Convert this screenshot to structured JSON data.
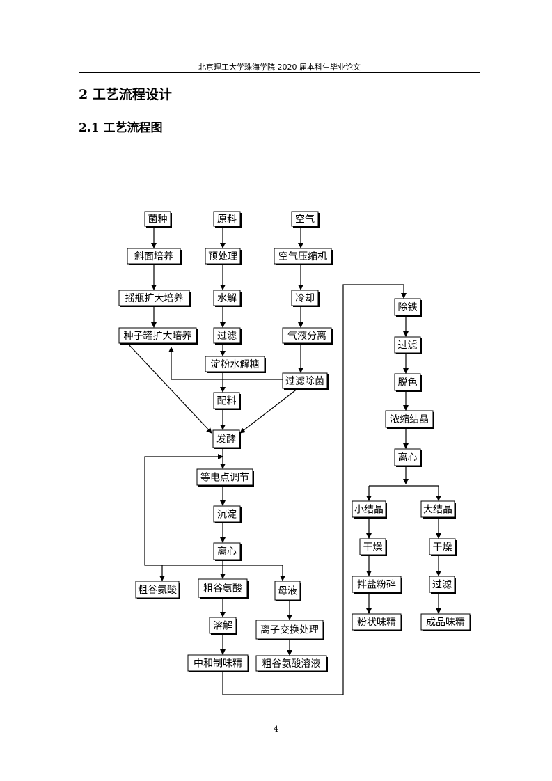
{
  "header": {
    "text": "北京理工大学珠海学院 2020 届本科生毕业论文"
  },
  "section": {
    "number_title": "2 工艺流程设计"
  },
  "subsection": {
    "number_title": "2.1 工艺流程图"
  },
  "flow": {
    "nodes": {
      "n_strain": "菌种",
      "n_raw": "原料",
      "n_air": "空气",
      "n_slant": "斜面培养",
      "n_pretreat": "预处理",
      "n_compressor": "空气压缩机",
      "n_shake": "摇瓶扩大培养",
      "n_hydrolysis": "水解",
      "n_cool": "冷却",
      "n_seedtank": "种子罐扩大培养",
      "n_filter1": "过滤",
      "n_gasliq": "气液分离",
      "n_starchsugar": "淀粉水解糖",
      "n_sterilize": "过滤除菌",
      "n_mix": "配料",
      "n_ferment": "发酵",
      "n_isoelectric": "等电点调节",
      "n_precip": "沉淀",
      "n_centri1": "离心",
      "n_crude1": "粗谷氨酸",
      "n_crude2": "粗谷氨酸",
      "n_mother": "母液",
      "n_dissolve": "溶解",
      "n_ionex": "离子交换处理",
      "n_neutral": "中和制味精",
      "n_crudesol": "粗谷氨酸溶液",
      "n_deiron": "除铁",
      "n_filter2": "过滤",
      "n_decolor": "脱色",
      "n_concentrate": "浓缩结晶",
      "n_centri2": "离心",
      "n_smallcrystal": "小结晶",
      "n_largecrystal": "大结晶",
      "n_dry1": "干燥",
      "n_dry2": "干燥",
      "n_saltcrush": "拌盐粉碎",
      "n_filter3": "过滤",
      "n_powder": "粉状味精",
      "n_product": "成品味精"
    }
  },
  "footer": {
    "page_number": "4"
  }
}
